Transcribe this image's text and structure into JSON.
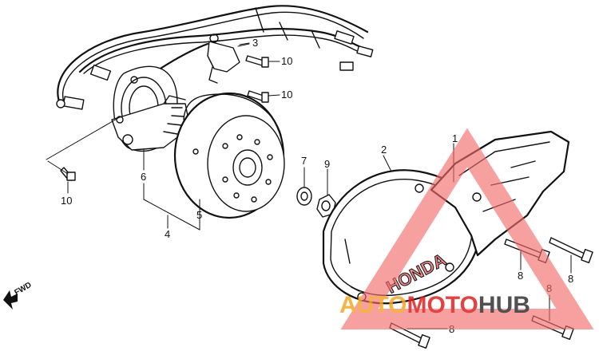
{
  "labels": {
    "part_1": "1",
    "part_2": "2",
    "part_3": "3",
    "part_4": "4",
    "part_5": "5",
    "part_6": "6",
    "part_7": "7",
    "part_8_a": "8",
    "part_8_b": "8",
    "part_8_c": "8",
    "part_8_d": "8",
    "part_9": "9",
    "part_10_a": "10",
    "part_10_b": "10",
    "part_10_c": "10"
  },
  "direction": {
    "fwd": "FWD"
  },
  "branding": {
    "cover_text": "HONDA",
    "watermark_part1": "AUTO",
    "watermark_part2": "MOTO",
    "watermark_part3": "HUB",
    "colors": {
      "watermark_orange": "#f5a623",
      "watermark_red": "#e02020",
      "watermark_dark": "#333333",
      "triangle": "#f26b6b"
    }
  }
}
